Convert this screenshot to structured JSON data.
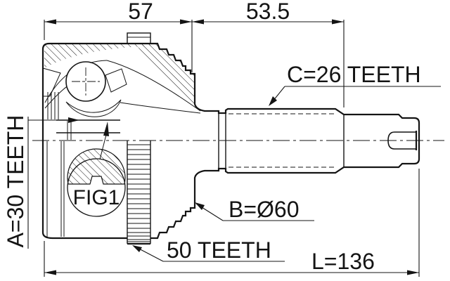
{
  "diagram": {
    "dimensions": {
      "top_left_width": "57",
      "top_right_width": "53.5",
      "total_length": "L=136",
      "outer_diameter": "B=Ø60"
    },
    "annotations": {
      "inner_spline": "A=30 TEETH",
      "shaft_spline": "C=26 TEETH",
      "abs_ring": "50 TEETH",
      "detail_callout": "FIG1"
    },
    "colors": {
      "line": "#141414",
      "background": "#ffffff"
    }
  }
}
